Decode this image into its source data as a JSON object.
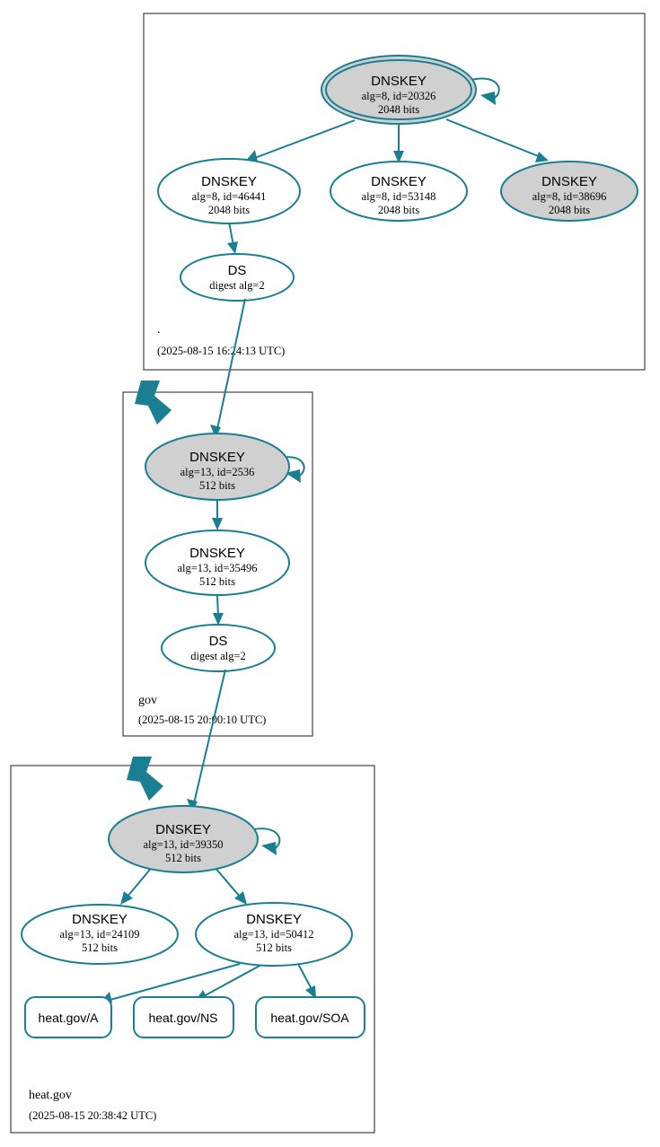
{
  "diagram": {
    "type": "dnssec-chain-of-trust",
    "accent_color": "#1a7f93",
    "secure_fill": "#d0d0d0",
    "plain_fill": "#ffffff",
    "box_stroke": "#444444"
  },
  "zones": [
    {
      "id": "root",
      "name": ".",
      "timestamp": "(2025-08-15 16:24:13 UTC)",
      "nodes": [
        {
          "id": "root-ksk",
          "kind": "DNSKEY",
          "title": "DNSKEY",
          "line2": "alg=8, id=20326",
          "line3": "2048 bits",
          "fill": "gray",
          "trust_anchor": true,
          "self_signed": true
        },
        {
          "id": "root-zsk-46441",
          "kind": "DNSKEY",
          "title": "DNSKEY",
          "line2": "alg=8, id=46441",
          "line3": "2048 bits",
          "fill": "white",
          "trust_anchor": false,
          "self_signed": false
        },
        {
          "id": "root-zsk-53148",
          "kind": "DNSKEY",
          "title": "DNSKEY",
          "line2": "alg=8, id=53148",
          "line3": "2048 bits",
          "fill": "white",
          "trust_anchor": false,
          "self_signed": false
        },
        {
          "id": "root-zsk-38696",
          "kind": "DNSKEY",
          "title": "DNSKEY",
          "line2": "alg=8, id=38696",
          "line3": "2048 bits",
          "fill": "gray",
          "trust_anchor": false,
          "self_signed": false
        },
        {
          "id": "root-ds-gov",
          "kind": "DS",
          "title": "DS",
          "line2": "digest alg=2",
          "line3": "",
          "fill": "white",
          "trust_anchor": false,
          "self_signed": false
        }
      ]
    },
    {
      "id": "gov",
      "name": "gov",
      "timestamp": "(2025-08-15 20:00:10 UTC)",
      "nodes": [
        {
          "id": "gov-ksk",
          "kind": "DNSKEY",
          "title": "DNSKEY",
          "line2": "alg=13, id=2536",
          "line3": "512 bits",
          "fill": "gray",
          "trust_anchor": false,
          "self_signed": true
        },
        {
          "id": "gov-zsk-35496",
          "kind": "DNSKEY",
          "title": "DNSKEY",
          "line2": "alg=13, id=35496",
          "line3": "512 bits",
          "fill": "white",
          "trust_anchor": false,
          "self_signed": false
        },
        {
          "id": "gov-ds-heat",
          "kind": "DS",
          "title": "DS",
          "line2": "digest alg=2",
          "line3": "",
          "fill": "white",
          "trust_anchor": false,
          "self_signed": false
        }
      ]
    },
    {
      "id": "heat-gov",
      "name": "heat.gov",
      "timestamp": "(2025-08-15 20:38:42 UTC)",
      "nodes": [
        {
          "id": "heat-ksk",
          "kind": "DNSKEY",
          "title": "DNSKEY",
          "line2": "alg=13, id=39350",
          "line3": "512 bits",
          "fill": "gray",
          "trust_anchor": false,
          "self_signed": true
        },
        {
          "id": "heat-zsk-24109",
          "kind": "DNSKEY",
          "title": "DNSKEY",
          "line2": "alg=13, id=24109",
          "line3": "512 bits",
          "fill": "white",
          "trust_anchor": false,
          "self_signed": false
        },
        {
          "id": "heat-zsk-50412",
          "kind": "DNSKEY",
          "title": "DNSKEY",
          "line2": "alg=13, id=50412",
          "line3": "512 bits",
          "fill": "white",
          "trust_anchor": false,
          "self_signed": false
        }
      ],
      "rrsets": [
        {
          "id": "rr-a",
          "label": "heat.gov/A"
        },
        {
          "id": "rr-ns",
          "label": "heat.gov/NS"
        },
        {
          "id": "rr-soa",
          "label": "heat.gov/SOA"
        }
      ]
    }
  ]
}
